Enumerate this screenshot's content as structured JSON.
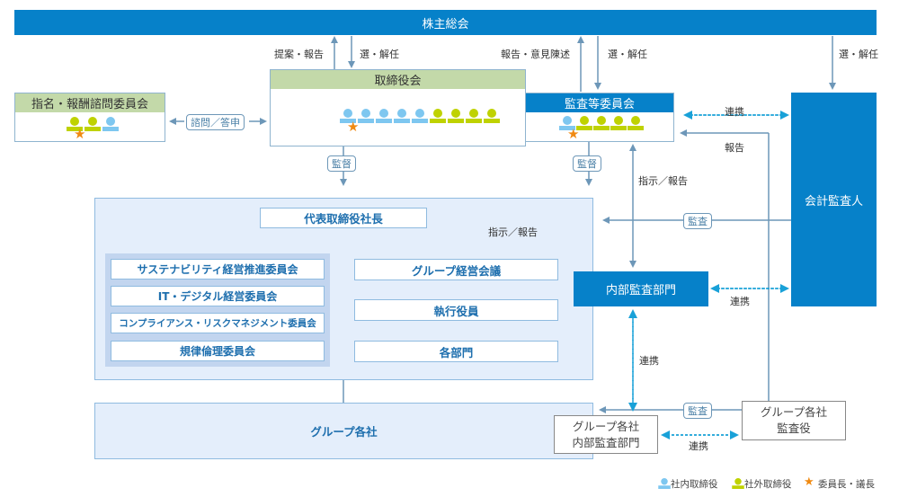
{
  "title": "株主総会",
  "arrows": {
    "board_to_shareholders": "提案・報告",
    "shareholders_to_board": "選・解任",
    "audit_to_shareholders": "報告・意見陳述",
    "shareholders_to_audit": "選・解任",
    "shareholders_to_auditor": "選・解任",
    "advisory": "諮問／答申",
    "board_supervise": "監督",
    "audit_supervise": "監督",
    "audit_auditor_cooperation": "連携",
    "auditor_report": "報告",
    "audit_internal_instruction": "指示／報告",
    "president_internal_instruction": "指示／報告",
    "auditor_audit": "監査",
    "internal_auditor_cooperation": "連携",
    "internal_group_cooperation": "連携",
    "group_auditor_audit": "監査",
    "group_internal_cooperation": "連携"
  },
  "nomination_committee": {
    "title": "指名・報酬諮問委員会",
    "members": [
      "outside",
      "outside",
      "inside"
    ],
    "chair_index": 0
  },
  "board": {
    "title": "取締役会",
    "members": [
      "inside",
      "inside",
      "inside",
      "inside",
      "inside",
      "outside",
      "outside",
      "outside",
      "outside"
    ],
    "chair_index": 0
  },
  "audit_committee": {
    "title": "監査等委員会",
    "members": [
      "inside",
      "outside",
      "outside",
      "outside",
      "outside"
    ],
    "chair_index": 0
  },
  "accounting_auditor": "会計監査人",
  "president": "代表取締役社長",
  "committees": [
    "サステナビリティ経営推進委員会",
    "IT・デジタル経営委員会",
    "コンプライアンス・リスクマネジメント委員会",
    "規律倫理委員会"
  ],
  "management": [
    "グループ経営会議",
    "執行役員",
    "各部門"
  ],
  "internal_audit": "内部監査部門",
  "group_companies": "グループ各社",
  "group_internal_audit": {
    "line1": "グループ各社",
    "line2": "内部監査部門"
  },
  "group_auditors": {
    "line1": "グループ各社",
    "line2": "監査役"
  },
  "legend": {
    "inside": "社内取締役",
    "outside": "社外取締役",
    "chair": "委員長・議長"
  },
  "colors": {
    "primary_blue": "#0681c9",
    "inside_director": "#7ec7f0",
    "outside_director": "#bfd200",
    "chair_star": "#f08a12",
    "board_header": "#c3d9a9"
  }
}
